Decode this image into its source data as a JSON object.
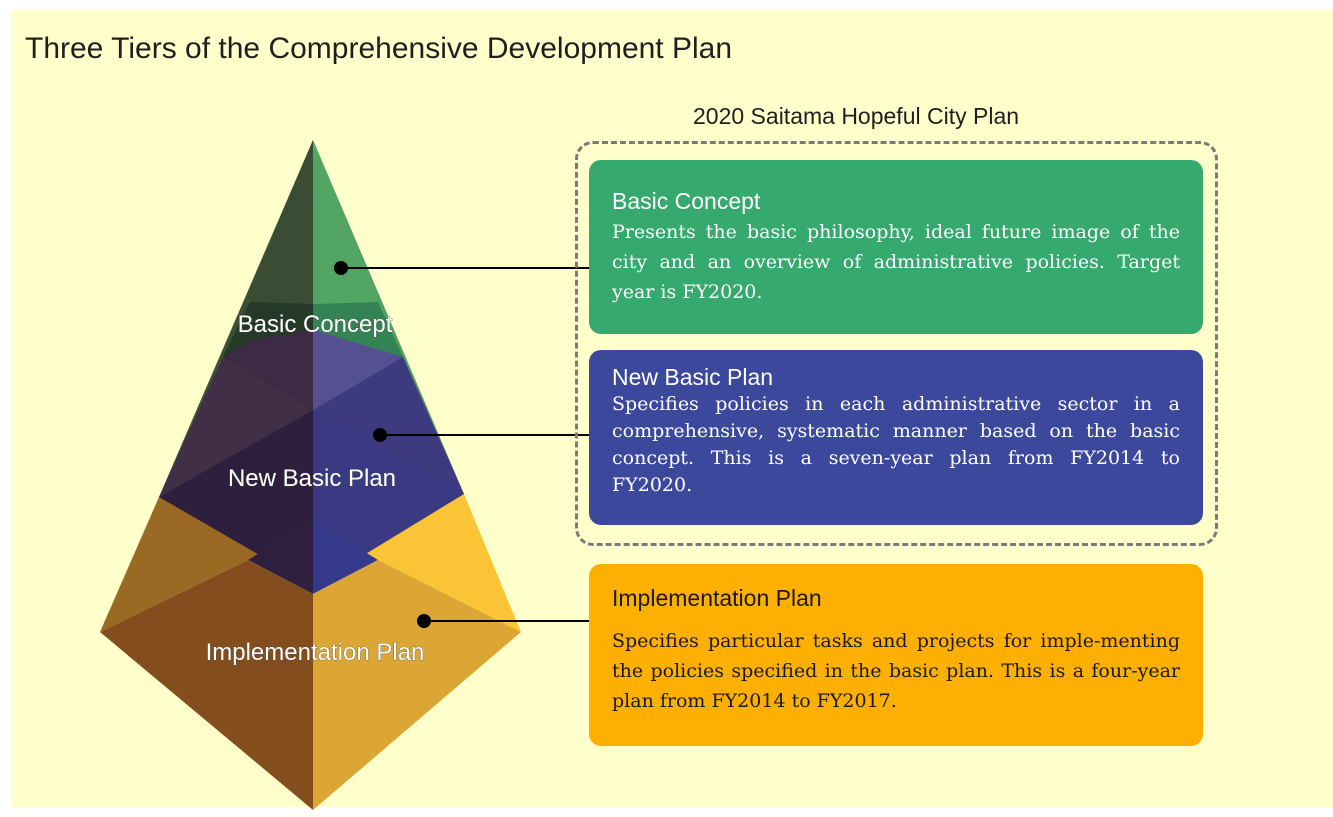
{
  "title": "Three Tiers of the Comprehensive Development Plan",
  "group_title": "2020 Saitama Hopeful City Plan",
  "pyramid": {
    "labels": [
      "Basic Concept",
      "New Basic Plan",
      "Implementation Plan"
    ]
  },
  "tiers": [
    {
      "title": "Basic Concept",
      "description": "Presents the basic philosophy, ideal future image of the city and an overview of administrative policies. Target year is FY2020.",
      "color": "#35a96e"
    },
    {
      "title": "New Basic Plan",
      "description": "Specifies policies in each administrative sector in a comprehensive, systematic manner based on the basic concept. This is a seven-year plan from FY2014 to FY2020.",
      "color": "#3c489c"
    },
    {
      "title": "Implementation Plan",
      "description": "Specifies particular tasks and projects for imple-menting the policies specified in the basic plan. This is a four-year plan from FY2014 to FY2017.",
      "color": "#fdb001"
    }
  ]
}
